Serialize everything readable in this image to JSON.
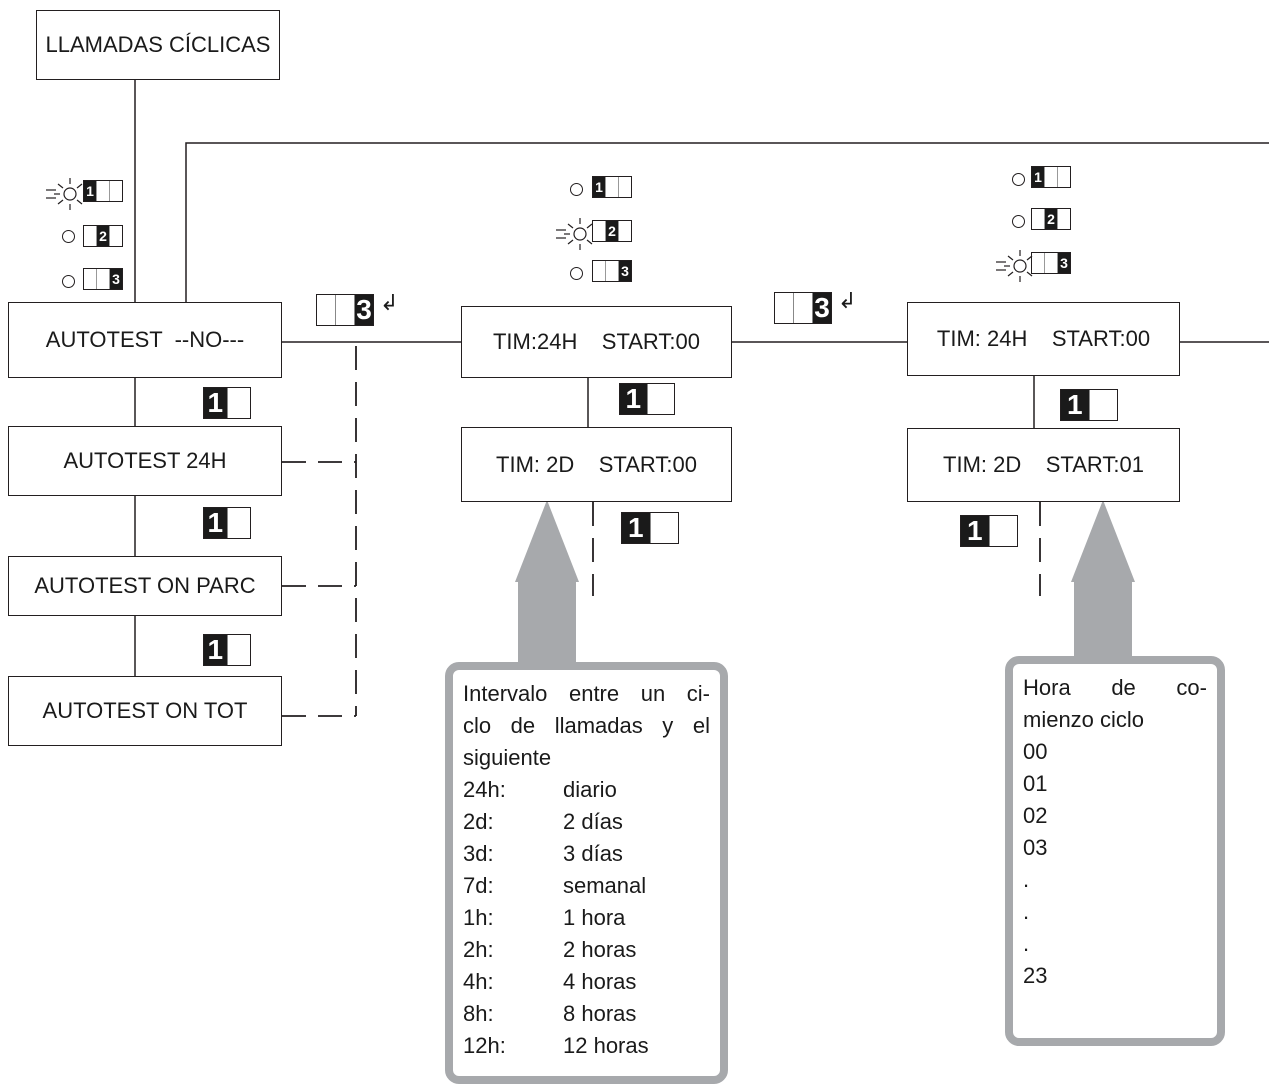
{
  "title": "LLAMADAS CÍCLICAS",
  "menu": [
    "AUTOTEST  --NO---",
    "AUTOTEST 24H",
    "AUTOTEST ON PARC",
    "AUTOTEST ON TOT"
  ],
  "keys": {
    "one": "1",
    "two": "2",
    "three": "3"
  },
  "tim_col1": {
    "box1": "TIM:24H    START:00",
    "box2": "TIM: 2D    START:00"
  },
  "tim_col2": {
    "box1": "TIM: 24H    START:00",
    "box2": "TIM: 2D    START:01"
  },
  "note_interval": {
    "intro": [
      "Intervalo entre un ci-",
      "clo de llamadas y el",
      "siguiente"
    ],
    "rows": [
      {
        "k": "24h:",
        "v": "diario"
      },
      {
        "k": "2d:",
        "v": "2 días"
      },
      {
        "k": "3d:",
        "v": "3 días"
      },
      {
        "k": "7d:",
        "v": "semanal"
      },
      {
        "k": "1h:",
        "v": "1 hora"
      },
      {
        "k": "2h:",
        "v": "2 horas"
      },
      {
        "k": "4h:",
        "v": "4 horas"
      },
      {
        "k": "8h:",
        "v": "8 horas"
      },
      {
        "k": "12h:",
        "v": "12 horas"
      }
    ]
  },
  "note_start": {
    "intro": [
      "Hora de co-",
      "mienzo ciclo"
    ],
    "values": [
      "00",
      "01",
      "02",
      "03",
      ".",
      ".",
      ".",
      "23"
    ]
  },
  "colors": {
    "line": "#231f20",
    "arrow": "#a7a9ac",
    "key_on": "#1a1a1a"
  }
}
